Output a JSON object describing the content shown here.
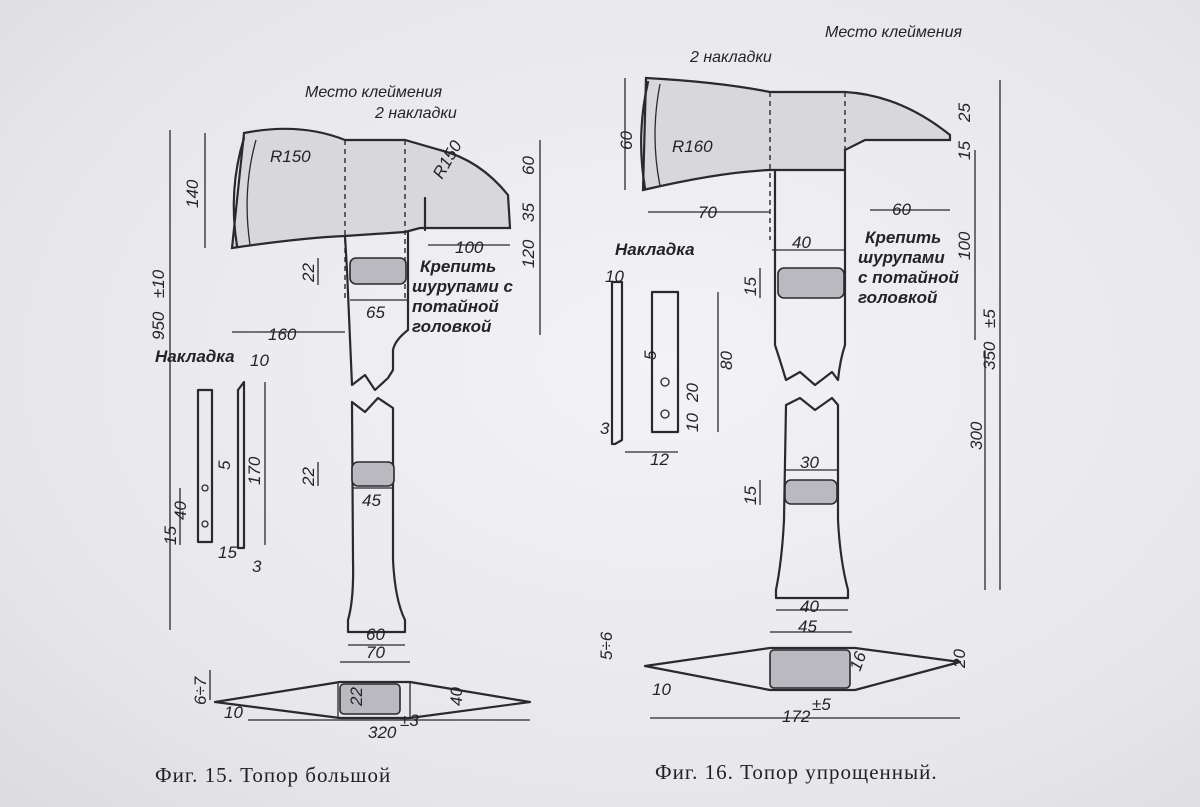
{
  "figures": [
    {
      "caption": "Фиг. 15. Топор большой",
      "labels": {
        "brand_place": "Место клеймения",
        "two_plates": "2 накладки",
        "fasten_line1": "Крепить",
        "fasten_line2": "шурупами с",
        "fasten_line3": "потайной",
        "fasten_line4": "головкой",
        "plate": "Накладка"
      },
      "dimensions": {
        "r_blade": "R150",
        "r_poll": "R150",
        "h140": "140",
        "h60": "60",
        "h35": "35",
        "h120": "120",
        "w100": "100",
        "w160": "160",
        "w65": "65",
        "h22a": "22",
        "h22b": "22",
        "w45": "45",
        "w60": "60",
        "w70": "70",
        "total_height": "950",
        "total_height_tol": "±10",
        "h170": "170",
        "h40": "40",
        "h15a": "15",
        "h15b": "15",
        "w3": "3",
        "w10": "10",
        "d5": "5",
        "th6_7": "6÷7",
        "top10": "10",
        "top22": "22",
        "top40": "40",
        "len320": "320",
        "len320_tol": "±3"
      }
    },
    {
      "caption": "Фиг. 16. Топор упрощенный.",
      "labels": {
        "brand_place": "Место клеймения",
        "two_plates": "2 накладки",
        "fasten_line1": "Крепить",
        "fasten_line2": "шурупами",
        "fasten_line3": "с потайной",
        "fasten_line4": "головкой",
        "plate": "Накладка"
      },
      "dimensions": {
        "r_blade": "R160",
        "h60": "60",
        "w70": "70",
        "w60": "60",
        "h25": "25",
        "h15a": "15",
        "w40a": "40",
        "h100": "100",
        "h15b": "15",
        "total_height": "350",
        "total_height_tol": "±5",
        "h300": "300",
        "w30": "30",
        "h15c": "15",
        "w40b": "40",
        "w10": "10",
        "d5": "5",
        "h80": "80",
        "h20": "20",
        "h10": "10",
        "w3": "3",
        "w12": "12",
        "th": "5÷6",
        "w45": "45",
        "top16": "16",
        "top20": "20",
        "top10": "10",
        "len172": "172",
        "len172_tol": "±5"
      }
    }
  ]
}
